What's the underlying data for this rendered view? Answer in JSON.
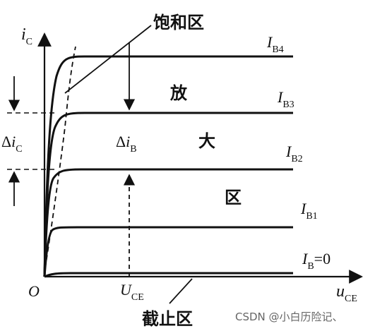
{
  "diagram": {
    "axis": {
      "y_symbol": "i",
      "y_sub": "C",
      "x_symbol": "u",
      "x_sub": "CE",
      "origin": "O"
    },
    "curves": [
      {
        "label": "I",
        "sub": "B4"
      },
      {
        "label": "I",
        "sub": "B3"
      },
      {
        "label": "I",
        "sub": "B2"
      },
      {
        "label": "I",
        "sub": "B1"
      },
      {
        "label": "I",
        "sub": "B",
        "suffix": "=0"
      }
    ],
    "regions": {
      "saturation": "饱和区",
      "amp_1": "放",
      "amp_2": "大",
      "amp_3": "区",
      "cutoff": "截止区"
    },
    "delta_ic": {
      "prefix": "Δ",
      "symbol": "i",
      "sub": "C"
    },
    "delta_ib": {
      "prefix": "Δ",
      "symbol": "i",
      "sub": "B"
    },
    "uce": {
      "symbol": "U",
      "sub": "CE"
    },
    "watermark": "CSDN @小白历险记、",
    "colors": {
      "ink": "#111111",
      "watermark": "#666666",
      "background": "#ffffff"
    }
  }
}
